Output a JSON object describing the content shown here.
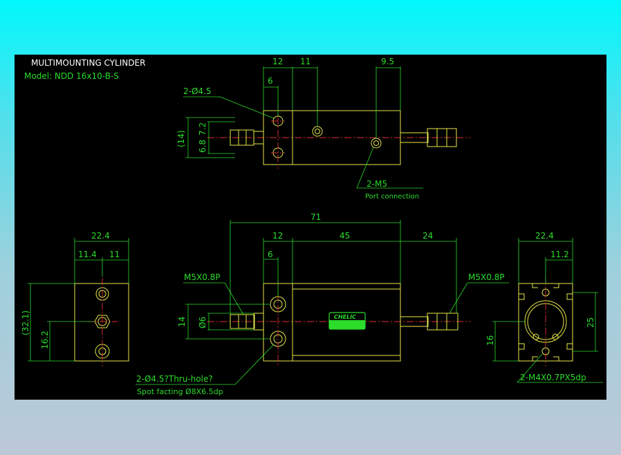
{
  "title": "MULTIMOUNTING CYLINDER",
  "model": "Model: NDD 16x10-B-S",
  "top_view": {
    "d12": "12",
    "d11": "11",
    "d9_5": "9.5",
    "d6": "6",
    "holes": "2-Ø4.5",
    "d14": "(14)",
    "d7_2": "7.2",
    "d6_8": "6.8",
    "ports": "2-M5",
    "port_note": "Port connection"
  },
  "front_view": {
    "d71": "71",
    "d12": "12",
    "d45": "45",
    "d24": "24",
    "d6": "6",
    "thread_left": "M5X0.8P",
    "thread_right": "M5X0.8P",
    "d14": "14",
    "dphi6": "Ø6",
    "holes": "2-Ø4.5?Thru-hole?",
    "spot": "Spot facting  Ø8X6.5dp",
    "brand": "CHELIC"
  },
  "left_view": {
    "d22_4": "22.4",
    "d11_4": "11.4",
    "d11": "11",
    "d32_1": "(32.1)",
    "d16_2": "16.2"
  },
  "right_view": {
    "d22_4": "22.4",
    "d11_2": "11.2",
    "d25": "25",
    "d16": "16",
    "tap": "2-M4X0.7PX5dp"
  },
  "colors": {
    "outline": "#e8e84a",
    "dimension": "#2bdc2b",
    "centerline": "#e03030"
  }
}
